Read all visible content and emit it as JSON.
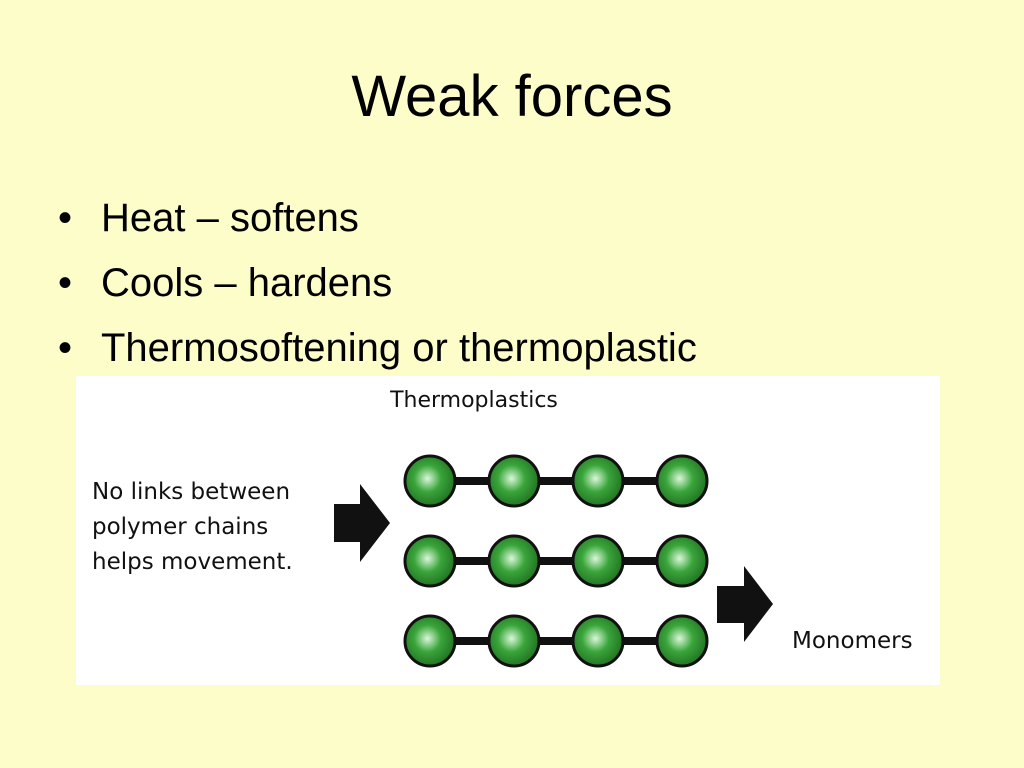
{
  "slide": {
    "title": "Weak forces",
    "bullet_symbol": "•",
    "bullets": [
      "Heat – softens",
      "Cools – hardens",
      "Thermosoftening or thermoplastic"
    ]
  },
  "figure": {
    "heading": "Thermoplastics",
    "left_caption": [
      "No links between",
      "polymer chains",
      "helps movement."
    ],
    "right_label": "Monomers",
    "chains": 3,
    "monomers_per_chain": 4,
    "colors": {
      "background": "#fdfdc9",
      "monomer": "#3aa53a",
      "monomer_highlight": "#d9f7d9",
      "bond": "#111111",
      "arrow": "#111111"
    }
  }
}
